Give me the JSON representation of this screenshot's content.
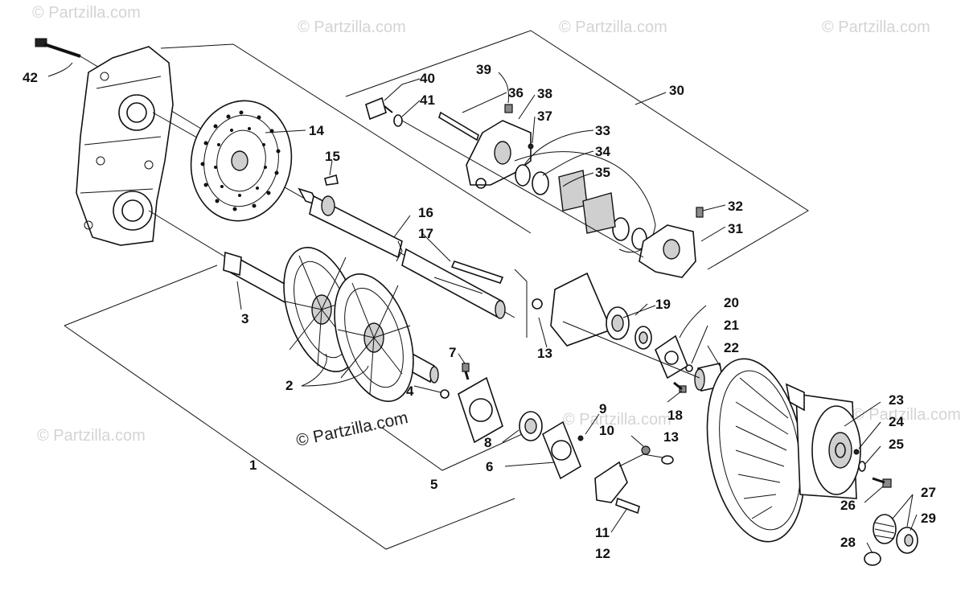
{
  "watermarks": {
    "top_1": "© Partzilla.com",
    "top_2": "© Partzilla.com",
    "top_3": "© Partzilla.com",
    "top_4": "© Partzilla.com",
    "left_mid": "© Partzilla.com",
    "right_mid": "© Partzilla.com",
    "center_mid": "© Partzilla.com",
    "center_main": "© Partzilla.com"
  },
  "callouts": {
    "c1": "1",
    "c2": "2",
    "c3": "3",
    "c4": "4",
    "c5": "5",
    "c6": "6",
    "c7": "7",
    "c8": "8",
    "c9": "9",
    "c10": "10",
    "c11": "11",
    "c12": "12",
    "c13a": "13",
    "c13b": "13",
    "c14": "14",
    "c15": "15",
    "c16": "16",
    "c17": "17",
    "c18": "18",
    "c19": "19",
    "c20": "20",
    "c21": "21",
    "c22": "22",
    "c23": "23",
    "c24": "24",
    "c25": "25",
    "c26": "26",
    "c27": "27",
    "c28": "28",
    "c29": "29",
    "c30": "30",
    "c31": "31",
    "c32": "32",
    "c33": "33",
    "c34": "34",
    "c35": "35",
    "c36": "36",
    "c37": "37",
    "c38": "38",
    "c39": "39",
    "c40": "40",
    "c41": "41",
    "c42": "42"
  }
}
